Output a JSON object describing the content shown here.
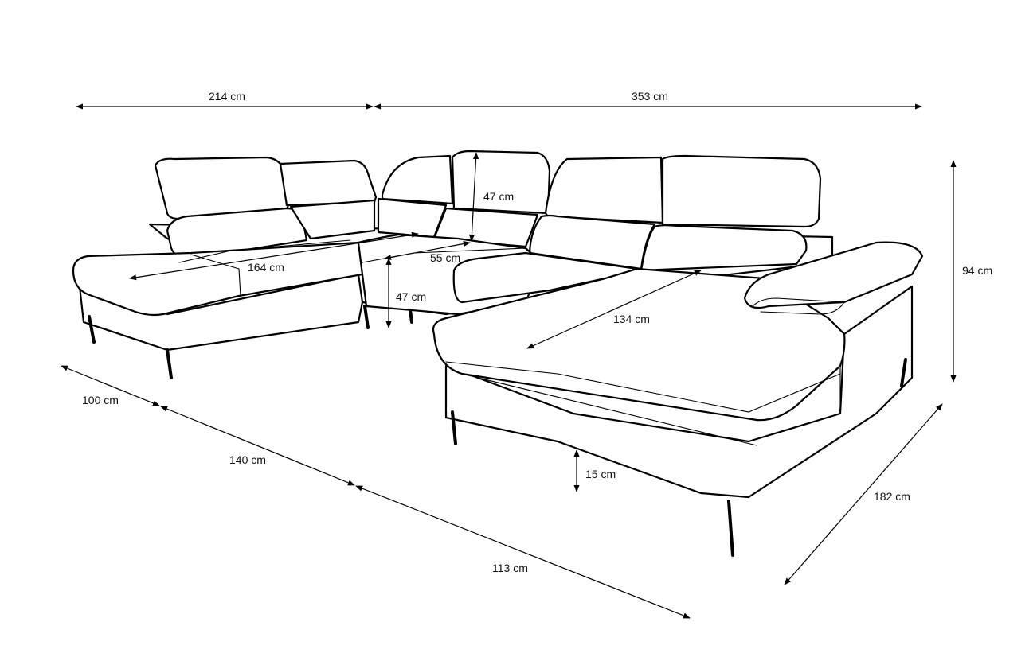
{
  "colors": {
    "line": "#000000",
    "label": "#111111",
    "background": "#ffffff"
  },
  "dimensions": {
    "overall_width_left": "214 cm",
    "overall_width_right": "353 cm",
    "headrest_height": "47 cm",
    "total_height": "94 cm",
    "left_seat_width": "164 cm",
    "seat_depth": "55 cm",
    "seat_height": "47 cm",
    "chaise_depth": "134 cm",
    "left_chaise_depth": "100 cm",
    "left_section_length": "140 cm",
    "middle_section_length": "113 cm",
    "leg_clearance": "15 cm",
    "right_chaise_length": "182 cm"
  }
}
